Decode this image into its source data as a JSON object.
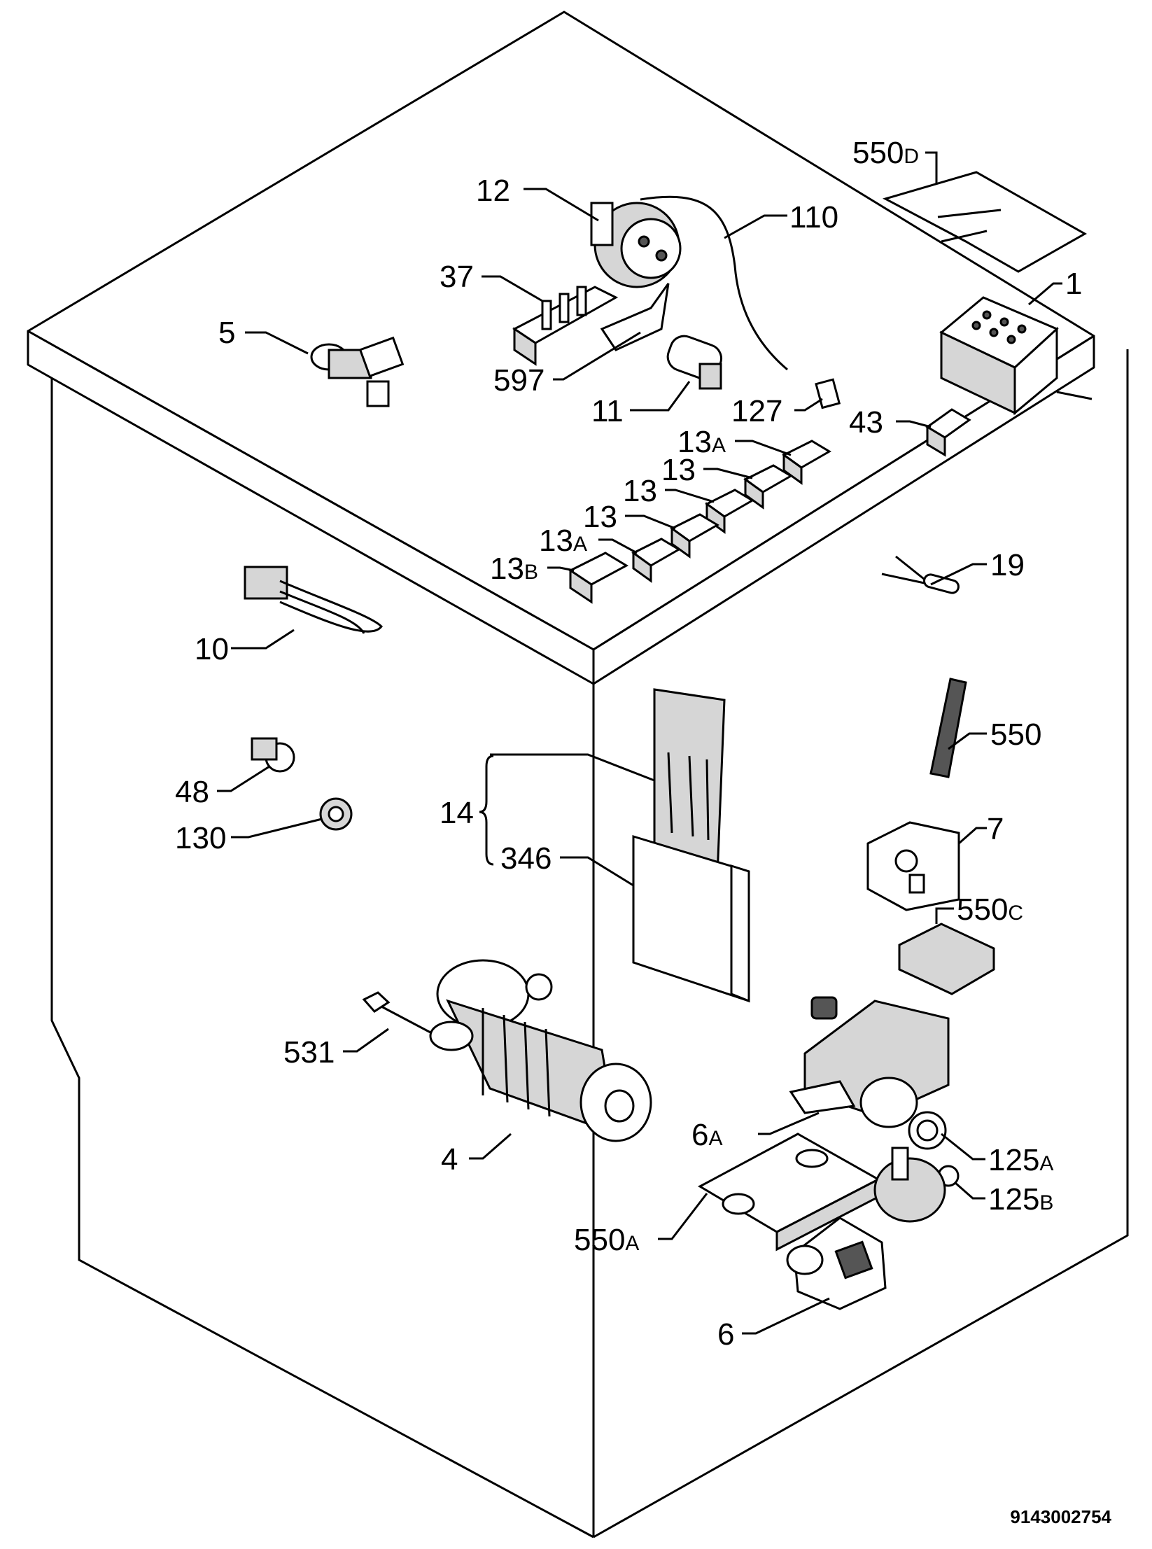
{
  "diagram": {
    "drawing_number": "9143002754",
    "labels": {
      "l550d": "550",
      "l550d_s": "D",
      "l12": "12",
      "l110": "110",
      "l1": "1",
      "l37": "37",
      "l5": "5",
      "l597": "597",
      "l11": "11",
      "l127": "127",
      "l43": "43",
      "l13a_1": "13",
      "l13a_1_s": "A",
      "l13_1": "13",
      "l13_2": "13",
      "l13_3": "13",
      "l13a_2": "13",
      "l13a_2_s": "A",
      "l13b": "13",
      "l13b_s": "B",
      "l19": "19",
      "l10": "10",
      "l550": "550",
      "l48": "48",
      "l14": "14",
      "l7": "7",
      "l130": "130",
      "l346": "346",
      "l550c": "550",
      "l550c_s": "C",
      "l531": "531",
      "l6a": "6",
      "l6a_s": "A",
      "l125a": "125",
      "l125a_s": "A",
      "l4": "4",
      "l125b": "125",
      "l125b_s": "B",
      "l550a": "550",
      "l550a_s": "A",
      "l6": "6"
    }
  }
}
